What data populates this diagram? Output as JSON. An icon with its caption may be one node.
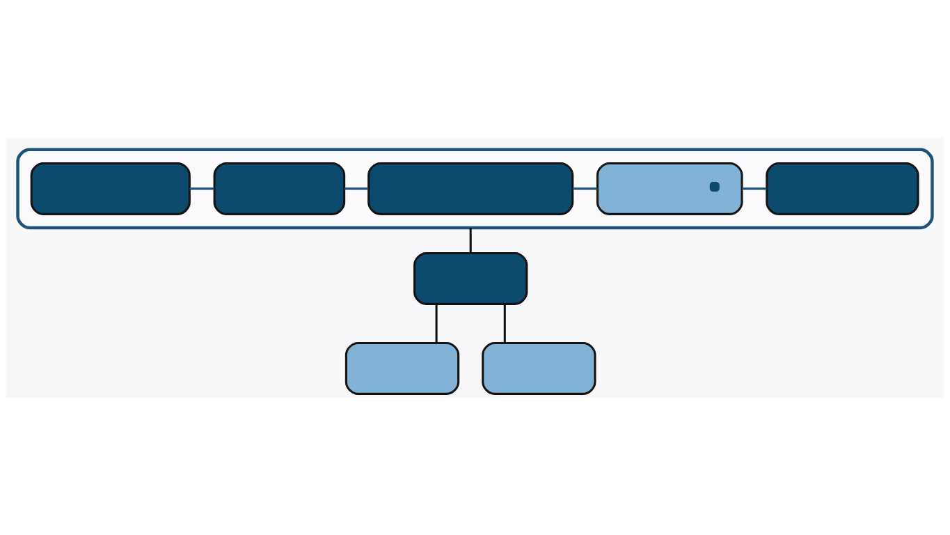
{
  "diagram": {
    "nodes": [
      {
        "text": [],
        "shape": "box"
      },
      {
        "text": [],
        "shape": "box",
        "in": 0
      },
      {
        "text": [],
        "shape": "box",
        "in": 0
      },
      {
        "text": [],
        "shape": "box",
        "in": 0
      },
      {
        "text": [],
        "shape": "box",
        "in": 0
      },
      {
        "text": [],
        "shape": "box",
        "in": 0
      },
      {
        "text": [],
        "shape": "box"
      },
      {
        "text": [],
        "shape": "box"
      },
      {
        "text": [],
        "shape": "box"
      }
    ],
    "edges": [
      {
        "from": 1,
        "to": 2,
        "arrow": "none",
        "color": "#1a5478"
      },
      {
        "from": 2,
        "to": 3,
        "arrow": "none",
        "color": "#1a5478"
      },
      {
        "from": 3,
        "to": 4,
        "arrow": "none",
        "color": "#1a5478"
      },
      {
        "from": 4,
        "to": 5,
        "arrow": "none",
        "color": "#1a5478"
      },
      {
        "from": 0,
        "to": 6,
        "arrow": "none",
        "color": "#111111"
      },
      {
        "from": 6,
        "to": 7,
        "arrow": "none",
        "color": "#111111"
      },
      {
        "from": 6,
        "to": 8,
        "arrow": "none",
        "color": "#111111"
      }
    ]
  }
}
